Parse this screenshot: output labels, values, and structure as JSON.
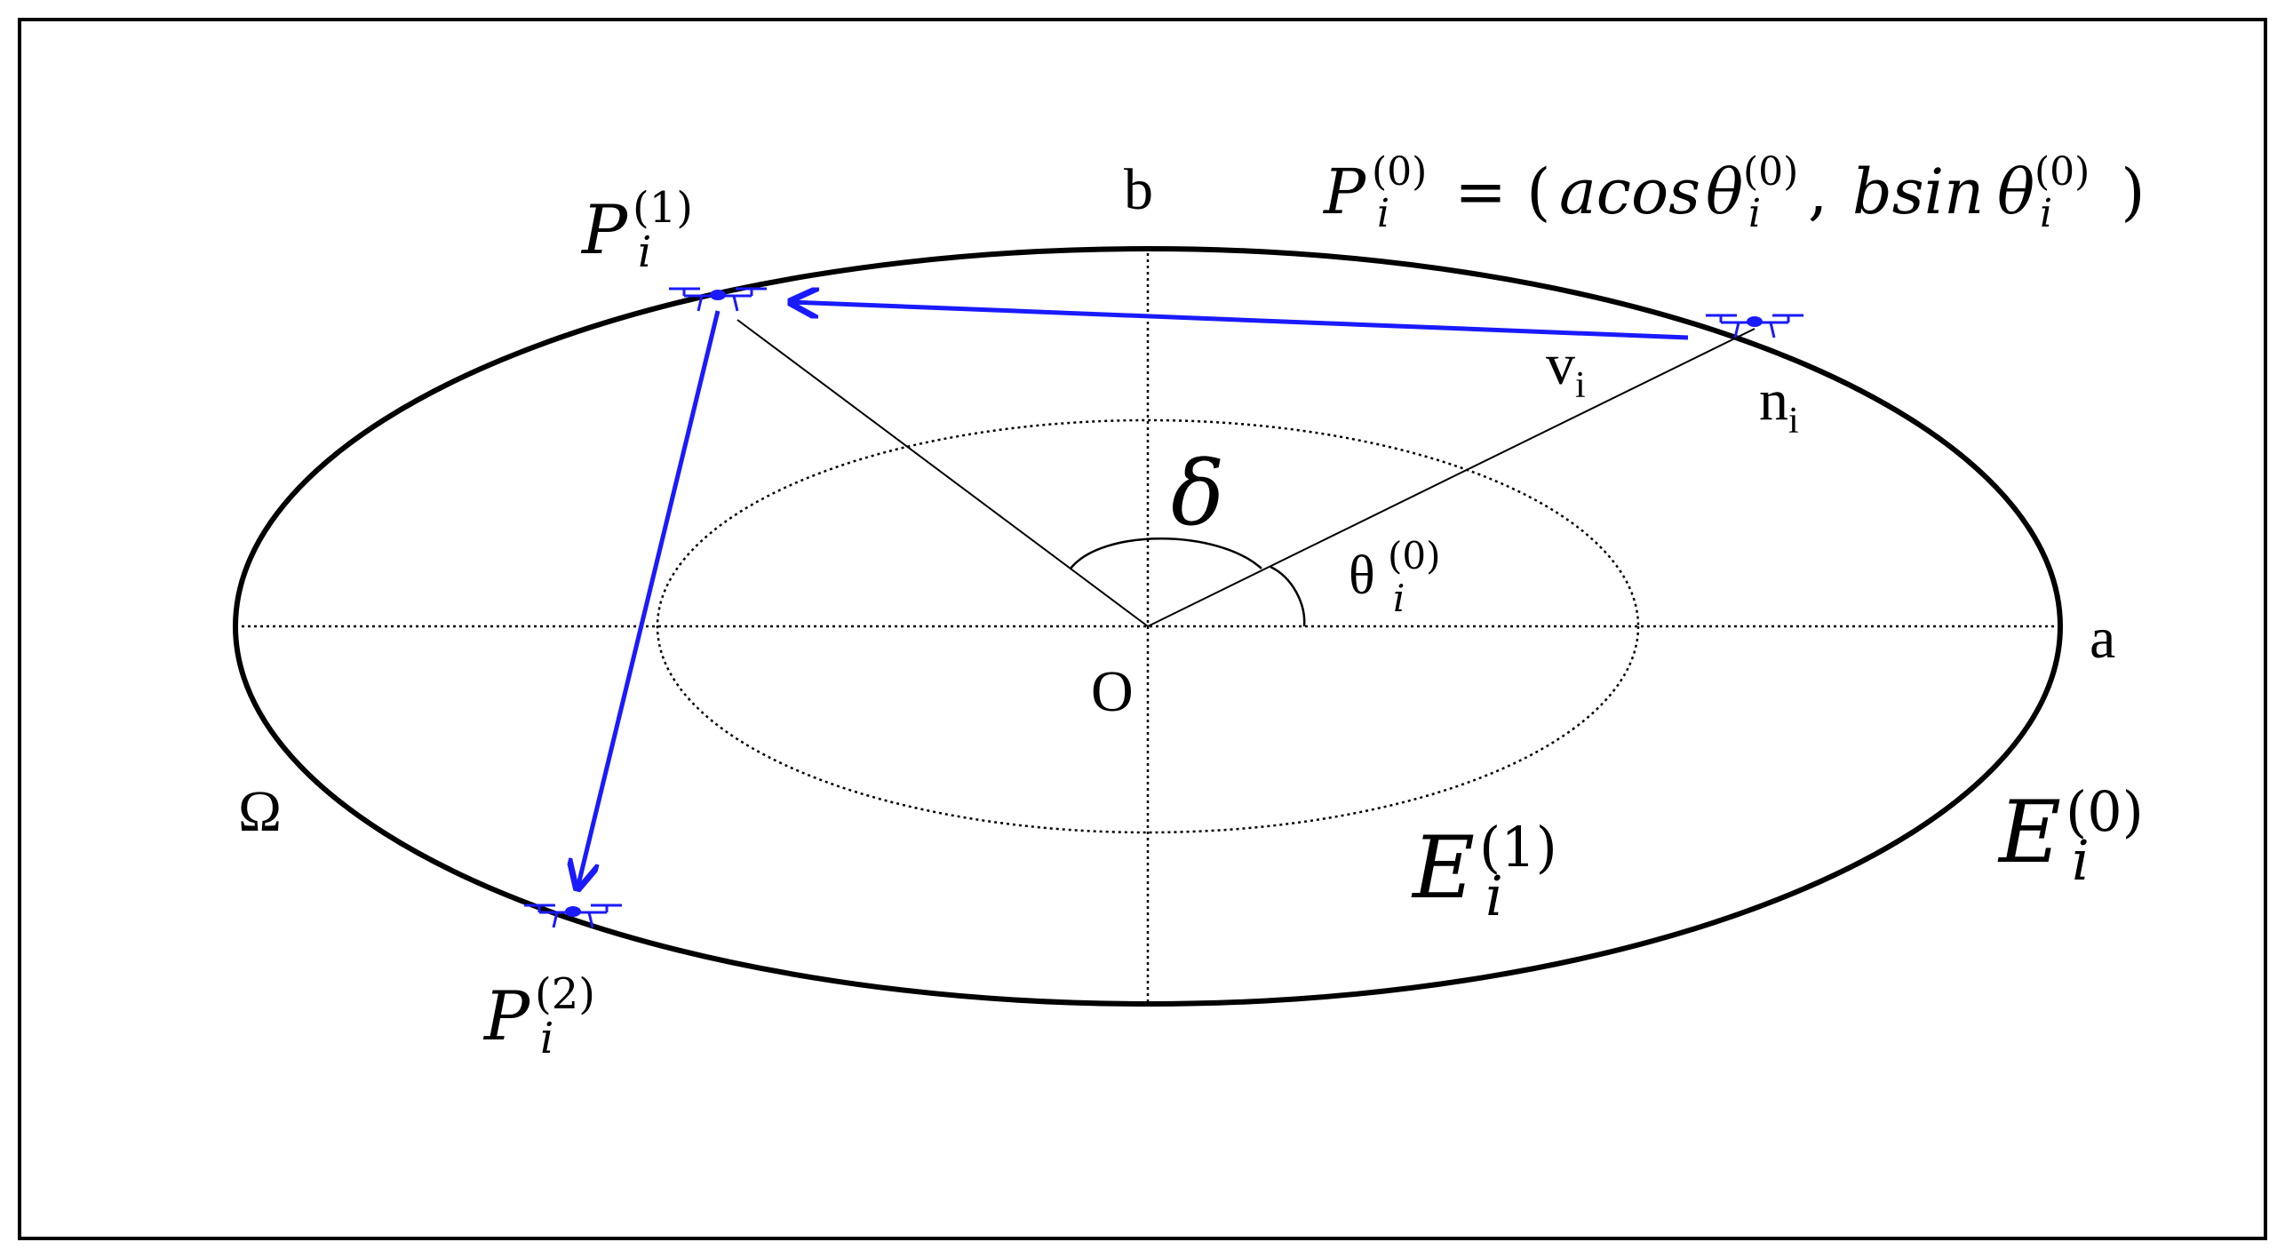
{
  "labels": {
    "b": "b",
    "a": "a",
    "o": "O",
    "omega": "Ω",
    "delta": "δ",
    "v": "v",
    "n": "n",
    "sub_i": "i",
    "theta": "θ",
    "P": "P",
    "E": "E",
    "sup0": "(0)",
    "sup1": "(1)",
    "sup2": "(2)",
    "formula_eq": " = (",
    "formula_acos": "acos",
    "formula_comma": ", ",
    "formula_bsin": "bsin",
    "formula_close": " )"
  },
  "colors": {
    "trajectory": "#1a1aff",
    "drone": "#1a1aff",
    "outline": "#000000"
  }
}
